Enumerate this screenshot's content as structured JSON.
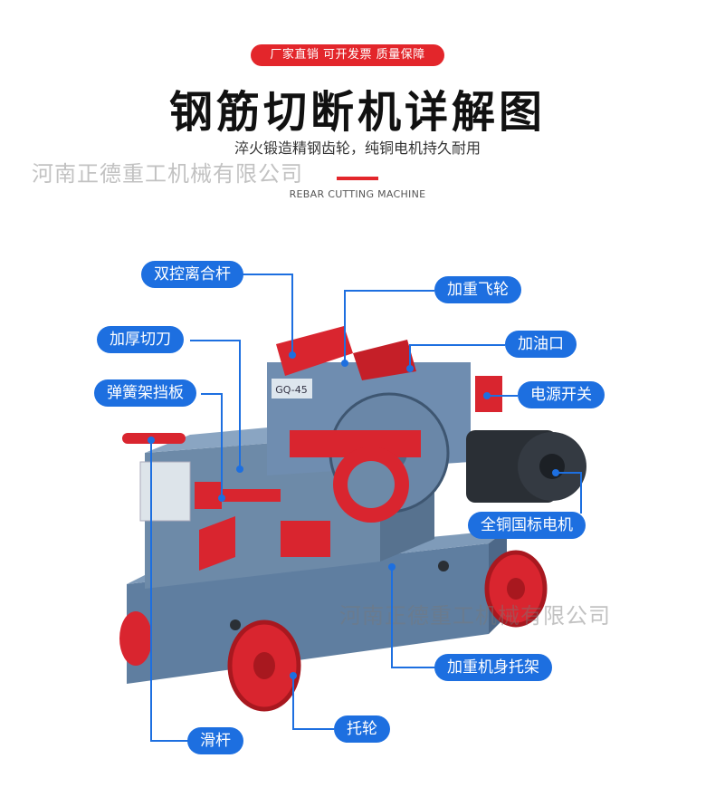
{
  "header": {
    "pill_text": "厂家直销  可开发票  质量保障",
    "title": "钢筋切断机详解图",
    "subtitle": "淬火锻造精钢齿轮，纯铜电机持久耐用",
    "subtitle_en": "REBAR CUTTING MACHINE"
  },
  "watermarks": {
    "top": "河南正德重工机械有限公司",
    "middle": "河南正德重工机械有限公司"
  },
  "machine": {
    "model_plate": "GQ-45"
  },
  "callouts": {
    "dual_clutch": "双控离合杆",
    "flywheel": "加重飞轮",
    "blade": "加厚切刀",
    "oil_port": "加油口",
    "spring_plate": "弹簧架挡板",
    "power_switch": "电源开关",
    "motor": "全铜国标电机",
    "frame": "加重机身托架",
    "slide_bar": "滑杆",
    "roller": "托轮"
  },
  "colors": {
    "accent_red": "#e3262b",
    "callout_blue": "#1d6fe0",
    "machine_body": "#6d8aa8",
    "machine_red": "#d9252f",
    "motor_dark": "#2a2f35"
  }
}
